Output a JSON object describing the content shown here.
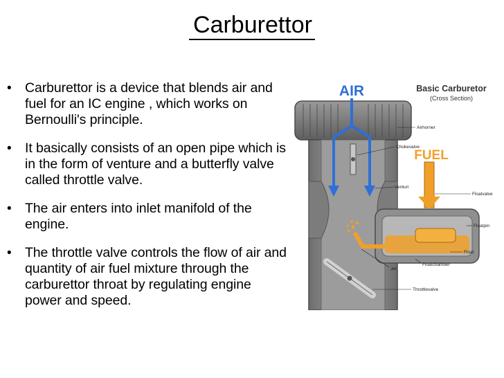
{
  "slide": {
    "title": "Carburettor",
    "bullets": [
      "Carburettor is a device that blends air and fuel for an IC engine ,  which works on Bernoulli's principle.",
      "It basically consists of an open pipe which is in the form of venture and a butterfly valve called throttle valve.",
      "The air enters into inlet manifold of the engine.",
      "The throttle valve controls the flow of air and quantity of air fuel mixture through the carburettor throat by regulating engine power and speed."
    ]
  },
  "diagram": {
    "heading": "Basic Carburetor",
    "subheading": "(Cross Section)",
    "air_label": "AIR",
    "fuel_label": "FUEL",
    "part_labels": {
      "air_horn": "Airhorner",
      "choke_valve": "Chokevalve",
      "venturi": "Venturi",
      "float_valve": "Floatvalve",
      "float_pin": "Floatpin",
      "float": "Float",
      "float_chamber": "Floatchamber",
      "jet": "Jet",
      "throttle_valve": "Throttlevalve"
    },
    "colors": {
      "air": "#2f6fd6",
      "fuel": "#f0a028",
      "body": "#8a8a8a"
    }
  }
}
